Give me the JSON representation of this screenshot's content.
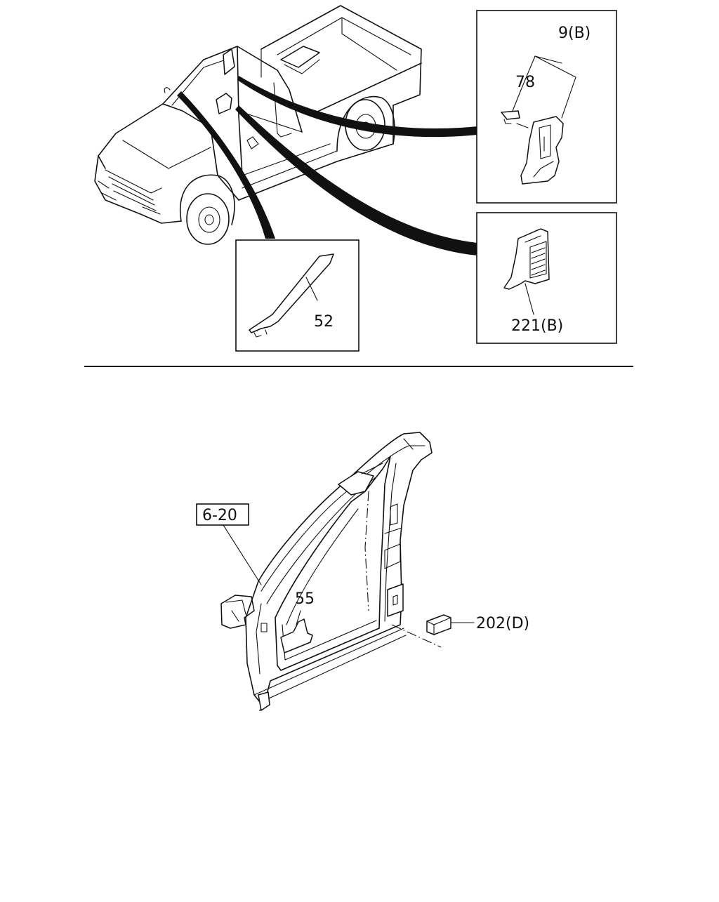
{
  "callouts": {
    "part_9": "9(B)",
    "part_78": "78",
    "part_221": "221(B)",
    "part_52": "52",
    "part_6_20": "6-20",
    "part_55": "55",
    "part_202": "202(D)"
  },
  "colors": {
    "ink": "#111111",
    "background": "#ffffff"
  }
}
